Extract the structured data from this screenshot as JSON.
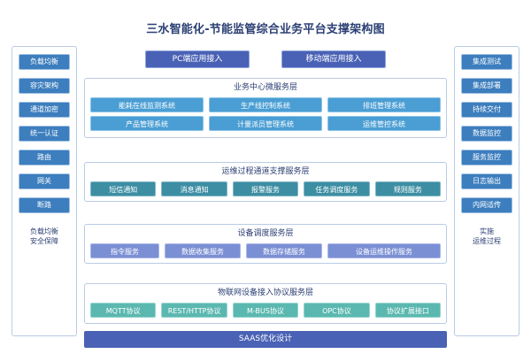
{
  "diagram": {
    "title": "三水智能化-节能监管综合业务平台支撑架构图",
    "footer_label": "SAAS优化设计",
    "colors": {
      "title_text": "#2b3f73",
      "panel_border": "#b9cbe6",
      "sidebar_node": "#3c7ebe",
      "access_node": "#4a62b5",
      "business_node": "#4a9ed4",
      "ops_node": "#3d8ea3",
      "device_node": "#7b8fd4",
      "protocol_node": "#5bb8b0",
      "footer_bar": "#4a62b5"
    }
  },
  "access_row": {
    "buttons": [
      {
        "label": "PC端应用接入"
      },
      {
        "label": "移动端应用接入"
      }
    ]
  },
  "left_column": {
    "caption": "负载均衡\n安全保障",
    "caption_line1": "负载均衡",
    "caption_line2": "安全保障",
    "items": [
      {
        "label": "负载均衡"
      },
      {
        "label": "容灾架构"
      },
      {
        "label": "通道加密"
      },
      {
        "label": "统一认证"
      },
      {
        "label": "路由"
      },
      {
        "label": "网关"
      },
      {
        "label": "断路"
      }
    ]
  },
  "right_column": {
    "caption_line1": "实施",
    "caption_line2": "运维过程",
    "items": [
      {
        "label": "集成测试"
      },
      {
        "label": "集成部署"
      },
      {
        "label": "持续交付"
      },
      {
        "label": "数据监控"
      },
      {
        "label": "服务监控"
      },
      {
        "label": "日志输出"
      },
      {
        "label": "内网适传"
      }
    ]
  },
  "layers": [
    {
      "id": "business",
      "title": "业务中心微服务层",
      "rows": [
        [
          {
            "label": "能耗在线监测系统"
          },
          {
            "label": "生产线控制系统"
          },
          {
            "label": "排班管理系统"
          }
        ],
        [
          {
            "label": "产品管理系统"
          },
          {
            "label": "计量派员管理系统"
          },
          {
            "label": "运维管控系统"
          }
        ]
      ]
    },
    {
      "id": "ops",
      "title": "运维过程通道支撑服务层",
      "rows": [
        [
          {
            "label": "短信通知"
          },
          {
            "label": "消息通知"
          },
          {
            "label": "报警服务"
          },
          {
            "label": "任务调度服务"
          },
          {
            "label": "规则服务"
          }
        ]
      ]
    },
    {
      "id": "device",
      "title": "设备调度服务层",
      "rows": [
        [
          {
            "label": "指令服务"
          },
          {
            "label": "数据收集服务"
          },
          {
            "label": "数据存储服务"
          },
          {
            "label": "设备运维操作服务"
          }
        ]
      ]
    },
    {
      "id": "protocol",
      "title": "物联网设备接入协议服务层",
      "rows": [
        [
          {
            "label": "MQTT协议"
          },
          {
            "label": "REST/HTTP协议"
          },
          {
            "label": "M-BUS协议"
          },
          {
            "label": "OPC协议"
          },
          {
            "label": "协议扩展接口"
          }
        ]
      ]
    }
  ]
}
